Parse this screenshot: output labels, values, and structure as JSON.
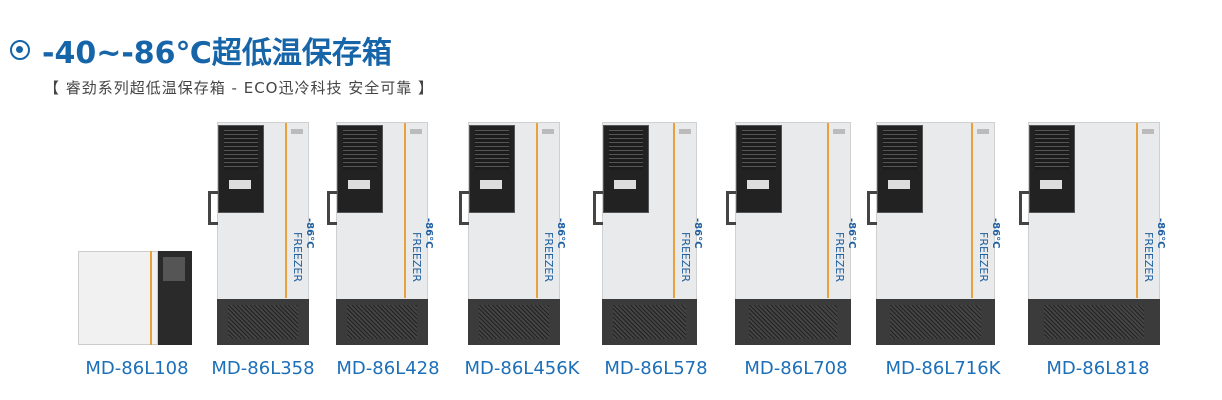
{
  "header": {
    "title": "-40~-86℃超低温保存箱",
    "subtitle": "【 睿劲系列超低温保存箱 - ECO迅冷科技 安全可靠 】"
  },
  "freezer_text": {
    "temp": "-86°C",
    "word": "FREEZER"
  },
  "products": [
    {
      "model": "MD-86L108"
    },
    {
      "model": "MD-86L358"
    },
    {
      "model": "MD-86L428"
    },
    {
      "model": "MD-86L456K"
    },
    {
      "model": "MD-86L578"
    },
    {
      "model": "MD-86L708"
    },
    {
      "model": "MD-86L716K"
    },
    {
      "model": "MD-86L818"
    }
  ],
  "colors": {
    "accent": "#1565a8",
    "stripe": "#e9a23b"
  }
}
